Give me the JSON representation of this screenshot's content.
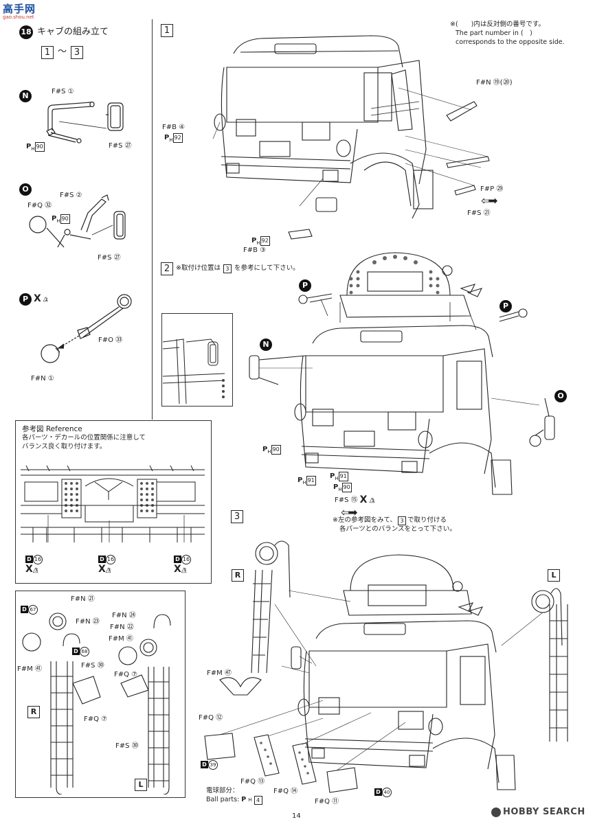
{
  "header": {
    "logo_text": "高手网",
    "logo_sub": "gao.shou.net",
    "step_number": "18",
    "step_title": "キャブの組み立て",
    "range_from": "1",
    "range_sep": "〜",
    "range_to": "3"
  },
  "note_top": {
    "line1": "※(　　)内は反対側の番号です。",
    "line2": "The part number in (　)",
    "line3": "corresponds to the opposite side."
  },
  "left_parts": {
    "n_label": "N",
    "n_fs1": "F#S ①",
    "n_ph": "P",
    "n_ph_num": "90",
    "n_fs27": "F#S ㉗",
    "o_label": "O",
    "o_fs2": "F#S ②",
    "o_fq32": "F#Q ㉜",
    "o_ph": "P",
    "o_ph_num": "90",
    "o_fs27": "F#S ㉗",
    "p_label": "P",
    "p_x": "X",
    "p_x_num": "2",
    "p_fo33": "F#O ㉝",
    "p_fn1": "F#N ①"
  },
  "reference": {
    "title": "参考図 Reference",
    "line1": "各パーツ・デカールの位置関係に注意して",
    "line2": "バランス良く取り付けます。",
    "d_label": "D",
    "d_num": "16",
    "x_label": "X",
    "x_num": "3"
  },
  "ladder": {
    "d67": "67",
    "fn21": "F#N ㉑",
    "fn23": "F#N ㉓",
    "fn24": "F#N ㉔",
    "fn22": "F#N ㉒",
    "fm61_top": "F#M ㊶",
    "d68": "68",
    "fm61": "F#M ㊶",
    "fs30": "F#S ㉚",
    "fq7a": "F#Q ⑦",
    "fq7b": "F#Q ⑦",
    "fs30b": "F#S ㉚",
    "r_label": "R",
    "l_label": "L"
  },
  "step1": {
    "num": "1",
    "fn19": "F#N ⑲(⑳)",
    "fb4": "F#B ④",
    "ph92": "92",
    "fp29": "F#P ㉙",
    "fs21": "F#S ㉑",
    "ph92b": "92",
    "fb3": "F#B ③"
  },
  "step2": {
    "num": "2",
    "note": "※取付け位置は",
    "note_ref": "3",
    "note_end": "を参考にして下さい。",
    "p_label": "P",
    "n_label": "N",
    "o_label": "O",
    "ph90": "90",
    "ph91": "91",
    "ph91b": "91",
    "ph90b": "90",
    "fs15": "F#S ⑮",
    "x3": "3",
    "note2a": "※左の参考図をみて、",
    "note2ref": "3",
    "note2b": "で取り付ける",
    "note2c": "各パーツとのバランスをとって下さい。"
  },
  "step3": {
    "num": "3",
    "r_label": "R",
    "l_label": "L",
    "fm67": "F#M ㊼",
    "fq12": "F#Q ⑫",
    "d39": "39",
    "fq13": "F#Q ⑬",
    "fq14": "F#Q ⑭",
    "d40": "40",
    "fq11": "F#Q ⑪",
    "bulb_label": "電球部分：",
    "bulb_en": "Ball parts:",
    "bulb_num": "4"
  },
  "footer": {
    "page": "14",
    "watermark": "HOBBY SEARCH"
  }
}
